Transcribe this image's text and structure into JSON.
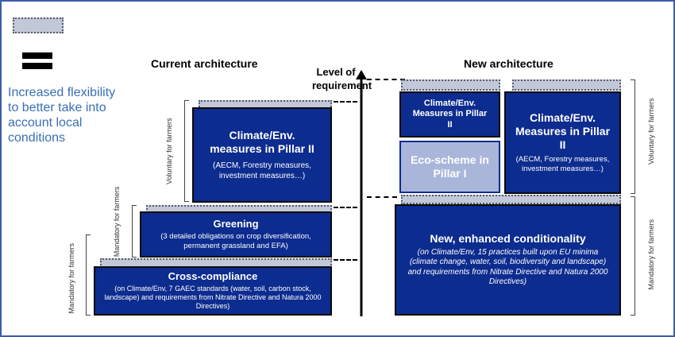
{
  "legend": {
    "flexibility_text": "Increased flexibility to better take into account local conditions",
    "colors": {
      "flex_band": "#c3c8d9",
      "measure_box": "#0d2c8f",
      "eco_box": "#a9b6da",
      "legend_text": "#3a6fb5"
    },
    "icons": [
      "dotted-band-swatch-icon",
      "equals-sign-icon"
    ]
  },
  "axis": {
    "label": "Level of requirement"
  },
  "current": {
    "title": "Current architecture",
    "voluntary_label": "Voluntary for farmers",
    "mandatory_label_1": "Mandatory for farmers",
    "mandatory_label_2": "Mandatory for farmers",
    "pillar2_title": "Climate/Env. measures in Pillar II",
    "pillar2_sub": "(AECM, Forestry measures, investment measures…)",
    "greening_title": "Greening",
    "greening_sub": "(3 detailed obligations on crop diversification, permanent grassland and EFA)",
    "cross_title": "Cross-compliance",
    "cross_sub": "(on Climate/Env, 7 GAEC standards (water, soil, carbon stock, landscape) and requirements from Nitrate Directive and Natura 2000 Directives)"
  },
  "new": {
    "title": "New architecture",
    "voluntary_label": "Voluntary for farmers",
    "mandatory_label": "Mandatory for farmers",
    "small_pillar2_title": "Climate/Env. Measures in Pillar II",
    "eco_title": "Eco-scheme in Pillar I",
    "big_pillar2_title": "Climate/Env. Measures in Pillar II",
    "big_pillar2_sub": "(AECM, Forestry measures, investment measures…)",
    "cond_title": "New, enhanced conditionality",
    "cond_sub": "(on Climate/Env, 15 practices built upon EU minima (climate change, water, soil, biodiversity and landscape) and requirements from Nitrate Directive and Natura 2000 Directives)"
  }
}
